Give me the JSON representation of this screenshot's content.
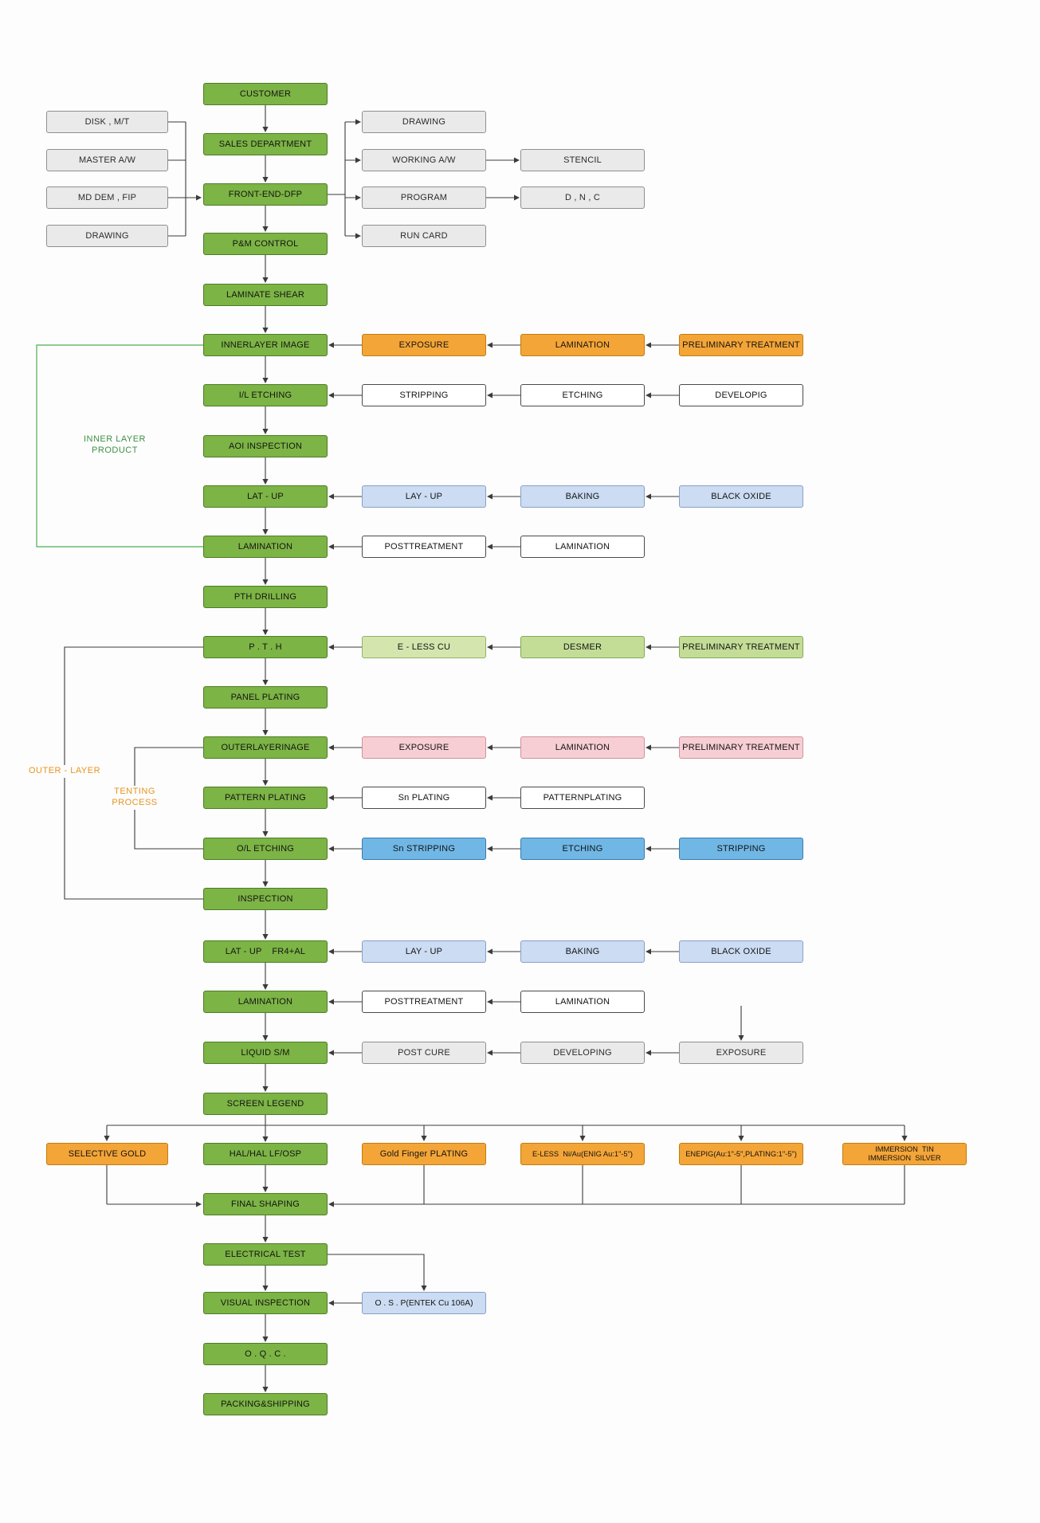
{
  "diagram": {
    "labels": {
      "inner_layer_product": "INNER LAYER PRODUCT",
      "outer_layer": "OUTER - LAYER",
      "tenting_1": "TENTING",
      "tenting_2": "PROCESS"
    },
    "colors": {
      "main_green": "#7CB445",
      "orange": "#F4A537",
      "gray": "#EAEAEA",
      "white": "#FFFFFF",
      "light_blue": "#CBDCF3",
      "medium_blue": "#70B7E6",
      "light_green": "#C3DD97",
      "pink": "#F7CED4",
      "connector": "#3B3B3B",
      "bracket_green": "#4CAF50",
      "label_orange": "#E8941E",
      "label_green": "#3E9142"
    },
    "nodes": {
      "customer": "CUSTOMER",
      "disk_mt": "DISK , M/T",
      "master_aw": "MASTER A/W",
      "md_dem_fip": "MD DEM , FIP",
      "drawing_left": "DRAWING",
      "sales_department": "SALES DEPARTMENT",
      "front_end_dfp": "FRONT-END-DFP",
      "pm_control": "P&M CONTROL",
      "drawing_right": "DRAWING",
      "working_aw": "WORKING A/W",
      "program": "PROGRAM",
      "run_card": "RUN CARD",
      "stencil": "STENCIL",
      "dnc": "D , N , C",
      "laminate_shear": "LAMINATE SHEAR",
      "innerlayer_image": "INNERLAYER IMAGE",
      "exposure_inner": "EXPOSURE",
      "lamination_inner": "LAMINATION",
      "preliminary_inner": "PRELIMINARY TREATMENT",
      "il_etching": "I/L ETCHING",
      "stripping_il": "STRIPPING",
      "etching_il": "ETCHING",
      "developig": "DEVELOPIG",
      "aoi_inspection": "AOI INSPECTION",
      "lat_up": "LAT - UP",
      "lay_up_1": "LAY - UP",
      "baking_1": "BAKING",
      "black_oxide_1": "BLACK OXIDE",
      "lamination_main_1": "LAMINATION",
      "posttreatment_1": "POSTTREATMENT",
      "lamination_side_1": "LAMINATION",
      "pth_drilling": "PTH DRILLING",
      "pth": "P . T . H",
      "e_less_cu": "E - LESS CU",
      "desmer": "DESMER",
      "preliminary_pth": "PRELIMINARY TREATMENT",
      "panel_plating": "PANEL PLATING",
      "outerlayerinage": "OUTERLAYERINAGE",
      "exposure_outer": "EXPOSURE",
      "lamination_outer": "LAMINATION",
      "preliminary_outer": "PRELIMINARY TREATMENT",
      "pattern_plating": "PATTERN PLATING",
      "sn_plating": "Sn PLATING",
      "patternplating": "PATTERNPLATING",
      "ol_etching": "O/L ETCHING",
      "sn_stripping": "Sn STRIPPING",
      "etching_ol": "ETCHING",
      "stripping_ol": "STRIPPING",
      "inspection": "INSPECTION",
      "lat_up_fr4": "LAT - UP    FR4+AL",
      "lay_up_2": "LAY - UP",
      "baking_2": "BAKING",
      "black_oxide_2": "BLACK OXIDE",
      "lamination_main_2": "LAMINATION",
      "posttreatment_2": "POSTTREATMENT",
      "lamination_side_2": "LAMINATION",
      "liquid_sm": "LIQUID S/M",
      "post_cure": "POST CURE",
      "developing": "DEVELOPING",
      "exposure_sm": "EXPOSURE",
      "screen_legend": "SCREEN LEGEND",
      "selective_gold": "SELECTIVE GOLD",
      "hal_osp": "HAL/HAL LF/OSP",
      "gold_finger": "Gold Finger PLATING",
      "eless_niau": "E-LESS  Ni/Au(ENIG Au:1\"-5\")",
      "enepig": "ENEPIG(Au:1\"-5\",PLATING:1\"-5\")",
      "immersion_tin": "IMMERSION  TIN",
      "immersion_silver": "IMMERSION  SILVER",
      "final_shaping": "FINAL SHAPING",
      "electrical_test": "ELECTRICAL TEST",
      "osp": "O . S . P(ENTEK Cu 106A)",
      "visual_inspection": "VISUAL INSPECTION",
      "oqc": "O . Q . C .",
      "packing_shipping": "PACKING&SHIPPING"
    }
  }
}
